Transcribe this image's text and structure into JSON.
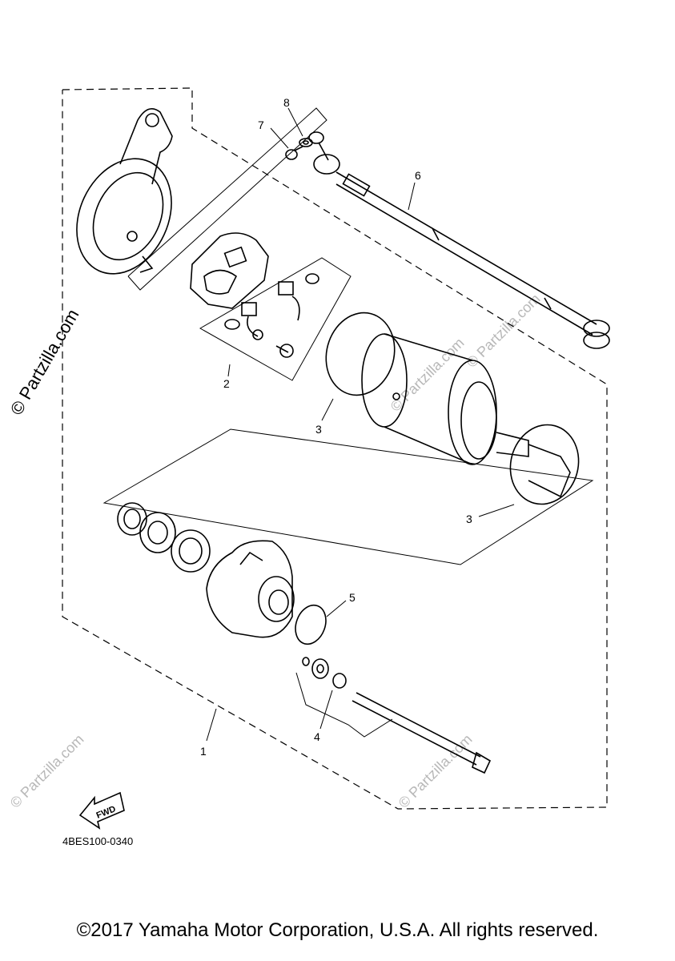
{
  "diagram": {
    "callouts": [
      {
        "id": "1",
        "label": "1"
      },
      {
        "id": "2",
        "label": "2"
      },
      {
        "id": "3a",
        "label": "3"
      },
      {
        "id": "3b",
        "label": "3"
      },
      {
        "id": "4",
        "label": "4"
      },
      {
        "id": "5",
        "label": "5"
      },
      {
        "id": "6",
        "label": "6"
      },
      {
        "id": "7",
        "label": "7"
      },
      {
        "id": "8",
        "label": "8"
      }
    ],
    "fwd_label": "FWD",
    "diagram_code": "4BES100-0340",
    "watermark_side": "© Partzilla.com",
    "watermark_faint": "© Partzilla.com"
  },
  "footer": {
    "copyright": "©2017 Yamaha Motor Corporation, U.S.A. All rights reserved."
  }
}
